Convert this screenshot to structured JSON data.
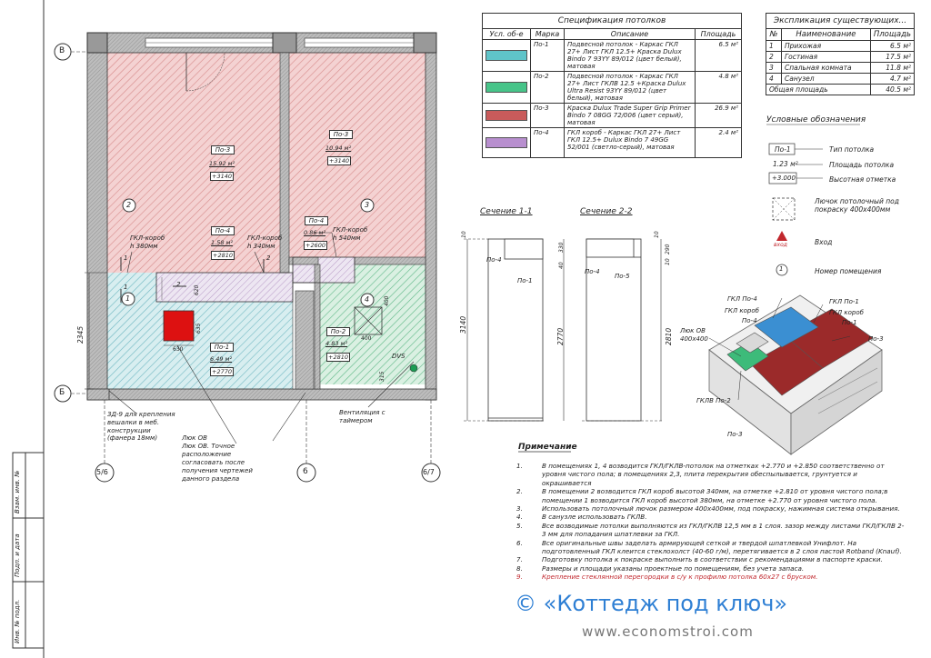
{
  "spec": {
    "title": "Спецификация потолков",
    "headers": [
      "Усл. об-е",
      "Марка",
      "Описание",
      "Площадь"
    ],
    "rows": [
      {
        "mark": "По-1",
        "desc": "Подвесной потолок - Каркас ГКЛ 27+ Лист ГКЛ 12.5+ Краска Dulux Bindo 7 93YY 89/012 (цвет белый), матовая",
        "area": "6.5 м²",
        "color": "#5fc4c9"
      },
      {
        "mark": "По-2",
        "desc": "Подвесной потолок - Каркас ГКЛ 27+ Лист ГКЛВ 12.5 +Краска Dulux Ultra Resist 93YY 89/012 (цвет белый), матовая",
        "area": "4.8 м²",
        "color": "#47c489"
      },
      {
        "mark": "По-3",
        "desc": "Краска Dulux Trade Super Grip Primer Bindo 7 08GG 72/006 (цвет серый), матовая",
        "area": "26.9 м²",
        "color": "#c95b5b"
      },
      {
        "mark": "По-4",
        "desc": "ГКЛ короб - Каркас ГКЛ 27+ Лист ГКЛ 12.5+ Dulux Bindo 7 49GG 52/001 (светло-серый), матовая",
        "area": "2.4 м²",
        "color": "#b88fcf"
      }
    ]
  },
  "expl": {
    "title": "Экспликация существующих...",
    "headers": [
      "№",
      "Наименование",
      "Площадь"
    ],
    "rows": [
      {
        "n": "1",
        "name": "Прихожая",
        "area": "6.5 м²"
      },
      {
        "n": "2",
        "name": "Гостиная",
        "area": "17.5 м²"
      },
      {
        "n": "3",
        "name": "Спальная комната",
        "area": "11.8 м²"
      },
      {
        "n": "4",
        "name": "Санузел",
        "area": "4.7 м²"
      }
    ],
    "total_label": "Общая площадь",
    "total_value": "40.5 м²"
  },
  "legend": {
    "title": "Условные обозначения",
    "items": [
      {
        "sym": "По-1",
        "label": "Тип потолка"
      },
      {
        "sym": "1.23 м²",
        "label": "Площадь потолка"
      },
      {
        "sym": "+3.000",
        "label": "Высотная отметка"
      },
      {
        "sym": "",
        "label": "Лючок потолочный под покраску 400х400мм"
      },
      {
        "sym": "вход",
        "label": "Вход"
      },
      {
        "sym": "1",
        "label": "Номер помещения"
      }
    ]
  },
  "plan": {
    "axis_B": "В",
    "axis_b": "Б",
    "axis_56": "5/6",
    "axis_6": "6",
    "axis_67": "6/7",
    "room1": {
      "mark": "По-1",
      "area": "6.49 м²",
      "level": "+2770",
      "num": "1"
    },
    "room2": {
      "mark": "По-3",
      "area": "15.92 м²",
      "level": "+3140",
      "num": "2"
    },
    "room3": {
      "mark": "По-3",
      "area": "10.94 м²",
      "level": "+3140",
      "num": "3"
    },
    "room4": {
      "mark": "По-2",
      "area": "4.83 м²",
      "level": "+2810",
      "num": "4"
    },
    "box1": {
      "mark": "По-4",
      "area": "1.58 м²",
      "level": "+2810"
    },
    "box2": {
      "mark": "По-4",
      "area": "0.86 м²",
      "level": "+2600"
    },
    "gkl1": "ГКЛ-короб",
    "gkl1h": "h 380мм",
    "gkl2": "ГКЛ-короб",
    "gkl2h": "h 340мм",
    "gkl3": "ГКЛ-короб",
    "gkl3h": "h 540мм",
    "dim_2345": "2345",
    "dim_620": "620",
    "dim_635": "635",
    "dim_630": "630",
    "dim_400a": "400",
    "dim_400b": "400",
    "dim_315": "315",
    "dvs": "DVS",
    "note_zd": "ЗД-9 для крепления вешалки в меб. конструкции (фанера 18мм)",
    "note_luk": "Люк ОВ\nЛюк ОВ. Точное расположение согласовать после получения чертежей данного раздела",
    "note_vent": "Вентиляция с таймером",
    "cut1": "1",
    "cut2": "2",
    "cut1b": "1",
    "cut2b": "2"
  },
  "sections": {
    "s1_title": "Сечение 1-1",
    "s2_title": "Сечение 2-2",
    "s1_po4": "По-4",
    "s1_po1": "По-1",
    "s2_po4": "По-4",
    "s2_po5": "По-5",
    "s1_d10": "10",
    "s1_d330": "330",
    "s1_d40": "40",
    "s1_d3140": "3140",
    "s1_d2770": "2770",
    "s2_d10": "10",
    "s2_d290": "290",
    "s2_d10b": "10",
    "s2_d2810": "2810"
  },
  "iso": {
    "l1": "ГКЛ По-4",
    "l2": "ГКЛ короб",
    "l3": "По-4",
    "l4": "ГКЛ По-1",
    "l5": "ГКЛ короб",
    "l6": "По-1",
    "l7": "Люк ОВ 400х400",
    "l8": "По-3",
    "l9": "ГКЛВ По-2",
    "l10": "По-3"
  },
  "notes": {
    "title": "Примечание",
    "items": [
      {
        "n": "1.",
        "t": "В помещениях 1, 4 возводится ГКЛ/ГКЛВ-потолок на отметках +2.770 и +2.850 соответственно от уровня чистого пола; в помещениях 2,3, плита перекрытия обеспылывается, грунтуется и окрашивается"
      },
      {
        "n": "2.",
        "t": "В помещении 2 возводится ГКЛ короб высотой 340мм, на отметке +2.810 от уровня чистого пола;в помещении 1 возводится ГКЛ короб высотой 380мм, на отметке +2.770 от уровня чистого пола."
      },
      {
        "n": "3.",
        "t": "Использовать потолочный лючок размером 400х400мм, под покраску, нажимная система открывания."
      },
      {
        "n": "4.",
        "t": "В санузле использовать ГКЛВ."
      },
      {
        "n": "5.",
        "t": "Все возводимые потолки выполняются из ГКЛ/ГКЛВ 12,5 мм в 1 слоя. зазор между листами ГКЛ/ГКЛВ 2-3 мм для попадания шпатлевки за ГКЛ."
      },
      {
        "n": "6.",
        "t": "Все оригинальные швы заделать армирующей сеткой и твердой шпатлевкой Унифлот. На подготовленный ГКЛ клеится стеклохолст (40-60 г/м), перетягивается в 2 слоя пастой Rotband (Knauf)."
      },
      {
        "n": "7.",
        "t": "Подготовку потолка к покраске выполнить в соответствии с рекомендациями в паспорте краски."
      },
      {
        "n": "8.",
        "t": "Размеры и площади указаны проектные по помещениям, без учета запаса."
      },
      {
        "n": "9.",
        "t": "Крепление стеклянной перегородки в с/у к профилю потолка 60х27 с бруском."
      }
    ]
  },
  "stamp": {
    "s1": "Взам. инв. №",
    "s2": "Подп. и дата",
    "s3": "Инв. № подл."
  },
  "watermark": {
    "line1": "© «Коттедж под ключ»",
    "line2": "www.economstroi.com"
  }
}
